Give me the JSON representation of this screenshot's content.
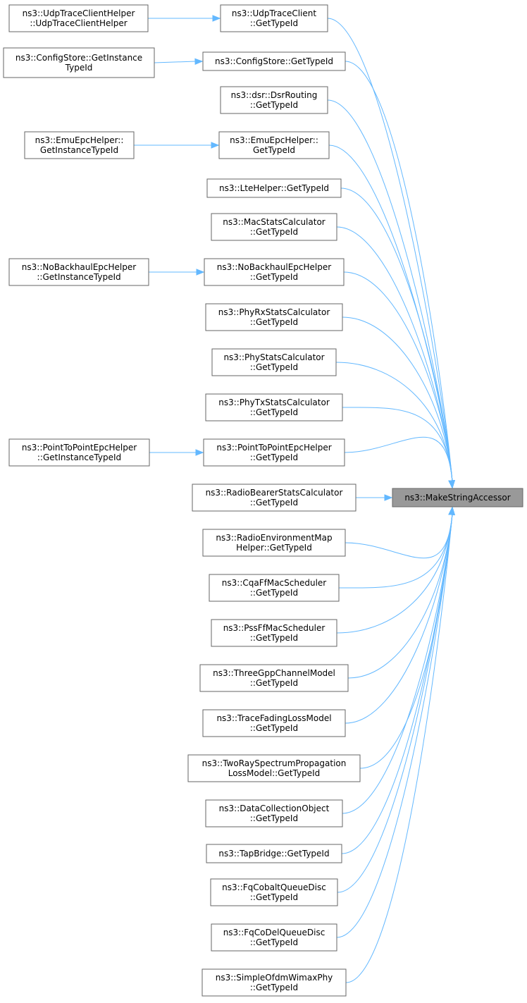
{
  "target": {
    "id": "target",
    "lines": [
      "ns3::MakeStringAccessor"
    ]
  },
  "callers": [
    {
      "id": "c1",
      "lines": [
        "ns3::UdpTraceClient",
        "::GetTypeId"
      ]
    },
    {
      "id": "c2",
      "lines": [
        "ns3::ConfigStore::GetTypeId"
      ]
    },
    {
      "id": "c3",
      "lines": [
        "ns3::dsr::DsrRouting",
        "::GetTypeId"
      ]
    },
    {
      "id": "c4",
      "lines": [
        "ns3::EmuEpcHelper::",
        "GetTypeId"
      ]
    },
    {
      "id": "c5",
      "lines": [
        "ns3::LteHelper::GetTypeId"
      ]
    },
    {
      "id": "c6",
      "lines": [
        "ns3::MacStatsCalculator",
        "::GetTypeId"
      ]
    },
    {
      "id": "c7",
      "lines": [
        "ns3::NoBackhaulEpcHelper",
        "::GetTypeId"
      ]
    },
    {
      "id": "c8",
      "lines": [
        "ns3::PhyRxStatsCalculator",
        "::GetTypeId"
      ]
    },
    {
      "id": "c9",
      "lines": [
        "ns3::PhyStatsCalculator",
        "::GetTypeId"
      ]
    },
    {
      "id": "c10",
      "lines": [
        "ns3::PhyTxStatsCalculator",
        "::GetTypeId"
      ]
    },
    {
      "id": "c11",
      "lines": [
        "ns3::PointToPointEpcHelper",
        "::GetTypeId"
      ]
    },
    {
      "id": "c12",
      "lines": [
        "ns3::RadioBearerStatsCalculator",
        "::GetTypeId"
      ]
    },
    {
      "id": "c13",
      "lines": [
        "ns3::RadioEnvironmentMap",
        "Helper::GetTypeId"
      ]
    },
    {
      "id": "c14",
      "lines": [
        "ns3::CqaFfMacScheduler",
        "::GetTypeId"
      ]
    },
    {
      "id": "c15",
      "lines": [
        "ns3::PssFfMacScheduler",
        "::GetTypeId"
      ]
    },
    {
      "id": "c16",
      "lines": [
        "ns3::ThreeGppChannelModel",
        "::GetTypeId"
      ]
    },
    {
      "id": "c17",
      "lines": [
        "ns3::TraceFadingLossModel",
        "::GetTypeId"
      ]
    },
    {
      "id": "c18",
      "lines": [
        "ns3::TwoRaySpectrumPropagation",
        "LossModel::GetTypeId"
      ]
    },
    {
      "id": "c19",
      "lines": [
        "ns3::DataCollectionObject",
        "::GetTypeId"
      ]
    },
    {
      "id": "c20",
      "lines": [
        "ns3::TapBridge::GetTypeId"
      ]
    },
    {
      "id": "c21",
      "lines": [
        "ns3::FqCobaltQueueDisc",
        "::GetTypeId"
      ]
    },
    {
      "id": "c22",
      "lines": [
        "ns3::FqCoDelQueueDisc",
        "::GetTypeId"
      ]
    },
    {
      "id": "c23",
      "lines": [
        "ns3::SimpleOfdmWimaxPhy",
        "::GetTypeId"
      ]
    }
  ],
  "grand_callers": [
    {
      "id": "g1",
      "calls": "c1",
      "lines": [
        "ns3::UdpTraceClientHelper",
        "::UdpTraceClientHelper"
      ]
    },
    {
      "id": "g2",
      "calls": "c2",
      "lines": [
        "ns3::ConfigStore::GetInstance",
        "TypeId"
      ]
    },
    {
      "id": "g3",
      "calls": "c4",
      "lines": [
        "ns3::EmuEpcHelper::",
        "GetInstanceTypeId"
      ]
    },
    {
      "id": "g4",
      "calls": "c7",
      "lines": [
        "ns3::NoBackhaulEpcHelper",
        "::GetInstanceTypeId"
      ]
    },
    {
      "id": "g5",
      "calls": "c11",
      "lines": [
        "ns3::PointToPointEpcHelper",
        "::GetInstanceTypeId"
      ]
    }
  ],
  "colors": {
    "edge": "#63b8ff",
    "target_fill": "#999999",
    "node_border": "#666666"
  }
}
